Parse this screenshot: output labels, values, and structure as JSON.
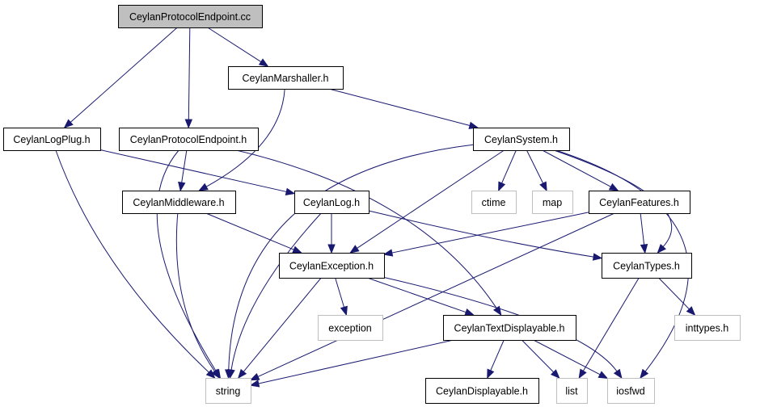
{
  "colors": {
    "edge": "#191970",
    "root_fill": "#bfbfbf",
    "external_border": "#bfbfbf",
    "node_border": "#000000"
  },
  "nodes": [
    {
      "id": "root",
      "label": "CeylanProtocolEndpoint.cc",
      "kind": "root"
    },
    {
      "id": "marshaller",
      "label": "CeylanMarshaller.h",
      "kind": "header"
    },
    {
      "id": "logplug",
      "label": "CeylanLogPlug.h",
      "kind": "header"
    },
    {
      "id": "protoh",
      "label": "CeylanProtocolEndpoint.h",
      "kind": "header"
    },
    {
      "id": "system",
      "label": "CeylanSystem.h",
      "kind": "header"
    },
    {
      "id": "middleware",
      "label": "CeylanMiddleware.h",
      "kind": "header"
    },
    {
      "id": "log",
      "label": "CeylanLog.h",
      "kind": "header"
    },
    {
      "id": "ctime",
      "label": "ctime",
      "kind": "external"
    },
    {
      "id": "map",
      "label": "map",
      "kind": "external"
    },
    {
      "id": "features",
      "label": "CeylanFeatures.h",
      "kind": "header"
    },
    {
      "id": "exception_h",
      "label": "CeylanException.h",
      "kind": "header"
    },
    {
      "id": "types",
      "label": "CeylanTypes.h",
      "kind": "header"
    },
    {
      "id": "exception",
      "label": "exception",
      "kind": "external"
    },
    {
      "id": "textdisp",
      "label": "CeylanTextDisplayable.h",
      "kind": "header"
    },
    {
      "id": "inttypes",
      "label": "inttypes.h",
      "kind": "external"
    },
    {
      "id": "string",
      "label": "string",
      "kind": "external"
    },
    {
      "id": "displayable",
      "label": "CeylanDisplayable.h",
      "kind": "header"
    },
    {
      "id": "list",
      "label": "list",
      "kind": "external"
    },
    {
      "id": "iosfwd",
      "label": "iosfwd",
      "kind": "external"
    }
  ],
  "edges": [
    [
      "root",
      "logplug"
    ],
    [
      "root",
      "protoh"
    ],
    [
      "root",
      "marshaller"
    ],
    [
      "marshaller",
      "system"
    ],
    [
      "marshaller",
      "middleware"
    ],
    [
      "logplug",
      "log"
    ],
    [
      "logplug",
      "string"
    ],
    [
      "protoh",
      "middleware"
    ],
    [
      "protoh",
      "textdisp"
    ],
    [
      "protoh",
      "string"
    ],
    [
      "system",
      "ctime"
    ],
    [
      "system",
      "map"
    ],
    [
      "system",
      "features"
    ],
    [
      "system",
      "types"
    ],
    [
      "system",
      "exception_h"
    ],
    [
      "system",
      "string"
    ],
    [
      "system",
      "iosfwd"
    ],
    [
      "middleware",
      "exception_h"
    ],
    [
      "middleware",
      "string"
    ],
    [
      "log",
      "exception_h"
    ],
    [
      "log",
      "types"
    ],
    [
      "log",
      "string"
    ],
    [
      "features",
      "exception_h"
    ],
    [
      "features",
      "types"
    ],
    [
      "features",
      "string"
    ],
    [
      "exception_h",
      "exception"
    ],
    [
      "exception_h",
      "textdisp"
    ],
    [
      "exception_h",
      "string"
    ],
    [
      "exception_h",
      "iosfwd"
    ],
    [
      "types",
      "inttypes"
    ],
    [
      "types",
      "list"
    ],
    [
      "textdisp",
      "displayable"
    ],
    [
      "textdisp",
      "list"
    ],
    [
      "textdisp",
      "iosfwd"
    ],
    [
      "textdisp",
      "string"
    ]
  ]
}
